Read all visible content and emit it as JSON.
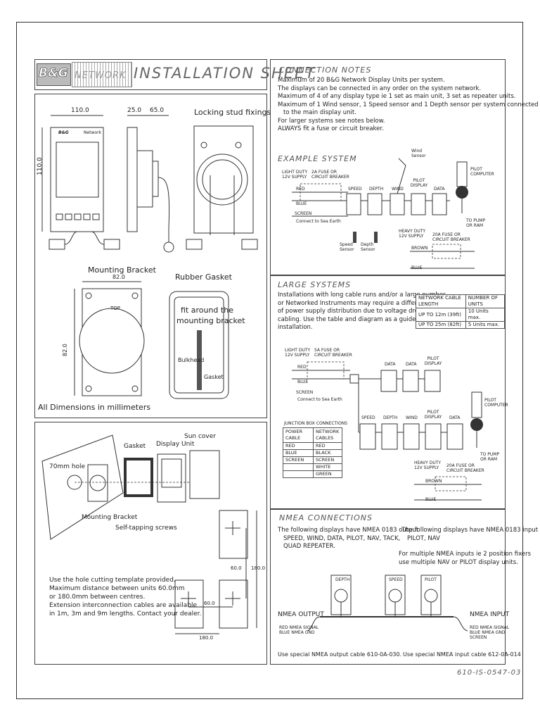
{
  "header": {
    "brand": "B&G",
    "product_logo": "NETWORK",
    "title": "INSTALLATION SHEET"
  },
  "dimensions_panel": {
    "width_label": "110.0",
    "height_label": "110.0",
    "depth1": "25.0",
    "depth2": "65.0",
    "locking_title": "Locking stud fixings",
    "unit_brand": "B&G",
    "unit_label": "Network",
    "bracket_title": "Mounting Bracket",
    "bracket_width": "82.0",
    "bracket_height": "82.0",
    "bracket_top": "TOP",
    "gasket_title": "Rubber Gasket",
    "gasket_note_1": "fit around the",
    "gasket_note_2": "mounting bracket",
    "bulkhead": "Bulkhead",
    "gasket": "Gasket",
    "footer": "All Dimensions in millimeters"
  },
  "mounting_panel": {
    "hole": "70mm hole",
    "gasket": "Gasket",
    "display_unit": "Display Unit",
    "sun_cover": "Sun cover",
    "bracket": "Mounting Bracket",
    "screws": "Self-tapping screws",
    "dim_60_v": "60.0",
    "dim_180_v": "180.0",
    "dim_60_h": "60.0",
    "dim_180_h": "180.0",
    "notes": [
      "Use the hole cutting template provided.",
      "Maximum distance between units 60.0mm",
      "or 180.0mm between centres.",
      "Extension interconnection cables are available",
      "in 1m, 3m and 9m lengths. Contact your dealer."
    ]
  },
  "connection_notes": {
    "title": "CONNECTION NOTES",
    "items": [
      "Maximum of 20 B&G Network Display Units per system.",
      "The displays can be connected in any order on the system network.",
      "Maximum of 4 of any display type ie 1 set as main unit, 3 set as repeater units.",
      "Maximum of 1 Wind sensor, 1 Speed sensor and 1 Depth sensor per system connected",
      "to the main display unit.",
      "For larger systems see notes below.",
      "ALWAYS fit a fuse or circuit breaker."
    ]
  },
  "example_system": {
    "title": "EXAMPLE SYSTEM",
    "supply": [
      "LIGHT DUTY",
      "12V SUPPLY"
    ],
    "fuse": [
      "2A FUSE OR",
      "CIRCUIT BREAKER"
    ],
    "red": "RED",
    "blue": "BLUE",
    "screen": "SCREEN",
    "sea_earth": "Connect to Sea Earth",
    "units": [
      "SPEED",
      "DEPTH",
      "WIND",
      "PILOT DISPLAY",
      "DATA"
    ],
    "wind_sensor": [
      "Wind",
      "Sensor"
    ],
    "speed_sensor": [
      "Speed",
      "Sensor"
    ],
    "depth_sensor": [
      "Depth",
      "Sensor"
    ],
    "heavy_supply": [
      "HEAVY DUTY",
      "12V SUPPLY"
    ],
    "heavy_fuse": [
      "20A FUSE OR",
      "CIRCUIT BREAKER"
    ],
    "brown": "BROWN",
    "pilot_computer": [
      "PILOT",
      "COMPUTER"
    ],
    "pump": [
      "TO PUMP",
      "OR RAM"
    ]
  },
  "large_systems": {
    "title": "LARGE SYSTEMS",
    "text": [
      "Installations with long cable runs and/or a large number",
      "or Networked Instruments may require a different method",
      "of power supply distribution due to voltage drops in the",
      "cabling. Use the table and diagram as a guide for your",
      "installation."
    ],
    "table_headers": [
      "NETWORK CABLE LENGTH",
      "NUMBER OF UNITS"
    ],
    "table_rows": [
      [
        "UP TO 12m (39ft)",
        "10 Units max."
      ],
      [
        "UP TO 25m (82ft)",
        "5 Units max."
      ]
    ],
    "supply": [
      "LIGHT DUTY",
      "12V SUPPLY"
    ],
    "fuse": [
      "5A FUSE OR",
      "CIRCUIT BREAKER"
    ],
    "red": "RED",
    "blue": "BLUE",
    "screen": "SCREEN",
    "sea_earth": "Connect to Sea Earth",
    "row1_units": [
      "DATA",
      "DATA",
      "PILOT DISPLAY"
    ],
    "row2_units": [
      "SPEED",
      "DEPTH",
      "WIND",
      "PILOT DISPLAY",
      "DATA"
    ],
    "junction_title": "JUNCTION BOX CONNECTIONS",
    "junction_headers": [
      "POWER CABLE",
      "NETWORK CABLES"
    ],
    "junction_rows": [
      [
        "RED",
        "RED"
      ],
      [
        "BLUE",
        "BLACK"
      ],
      [
        "SCREEN",
        "SCREEN"
      ],
      [
        "",
        "WHITE"
      ],
      [
        "",
        "GREEN"
      ]
    ],
    "heavy_supply": [
      "HEAVY DUTY",
      "12V SUPPLY"
    ],
    "heavy_fuse": [
      "20A FUSE OR",
      "CIRCUIT BREAKER"
    ],
    "brown": "BROWN",
    "pilot_computer": [
      "PILOT",
      "COMPUTER"
    ],
    "pump": [
      "TO PUMP",
      "OR RAM"
    ]
  },
  "nmea": {
    "title": "NMEA CONNECTIONS",
    "output_text": [
      "The following displays have NMEA 0183 output",
      "SPEED, WIND, DATA, PILOT, NAV, TACK,",
      "QUAD REPEATER."
    ],
    "input_text": [
      "The following displays have NMEA 0183 input",
      "PILOT, NAV"
    ],
    "multi_text": [
      "For multiple NMEA inputs ie 2 position fixers",
      "use multiple NAV or PILOT display units."
    ],
    "units": [
      "DEPTH",
      "SPEED",
      "PILOT"
    ],
    "nmea_output": "NMEA OUTPUT",
    "nmea_input": "NMEA INPUT",
    "out_wires": [
      "RED NMEA SIGNAL",
      "BLUE NMEA GND"
    ],
    "in_wires": [
      "RED NMEA SIGNAL",
      "BLUE NMEA GND",
      "SCREEN"
    ],
    "out_cable": "Use special NMEA output cable 610-0A-030.",
    "in_cable": "Use special NMEA input cable 612-0A-014"
  },
  "document_number": "610-IS-0547-03"
}
